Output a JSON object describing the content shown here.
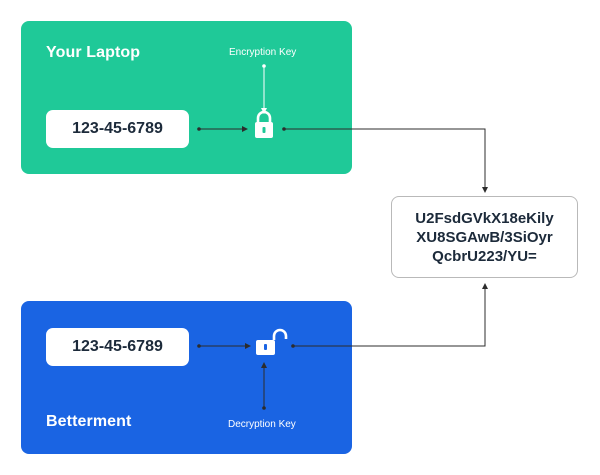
{
  "laptop": {
    "title": "Your Laptop",
    "key_label": "Encryption Key",
    "value": "123-45-6789",
    "color": "#1fc998"
  },
  "betterment": {
    "title": "Betterment",
    "key_label": "Decryption Key",
    "value": "123-45-6789",
    "color": "#1a64e3"
  },
  "ciphertext": {
    "lines": [
      "U2FsdGVkX18eKily",
      "XU8SGAwB/3SiOyr",
      "QcbrU223/YU="
    ]
  },
  "icons": {
    "encrypt": "lock-closed-icon",
    "decrypt": "lock-open-icon"
  }
}
